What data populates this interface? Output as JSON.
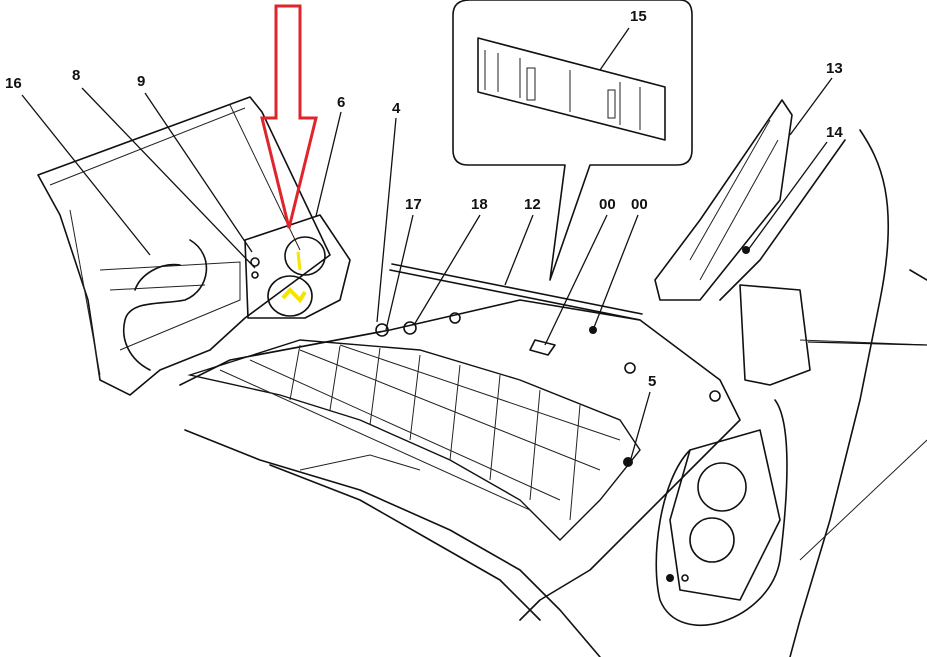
{
  "diagram": {
    "callouts": {
      "c16": "16",
      "c8": "8",
      "c9": "9",
      "c6": "6",
      "c4": "4",
      "c17": "17",
      "c18": "18",
      "c12": "12",
      "c00a": "00",
      "c00b": "00",
      "c15": "15",
      "c13": "13",
      "c14": "14",
      "c5": "5"
    },
    "colors": {
      "highlight_arrow": "#e0242b",
      "lamp_highlight": "#f5e400"
    }
  }
}
